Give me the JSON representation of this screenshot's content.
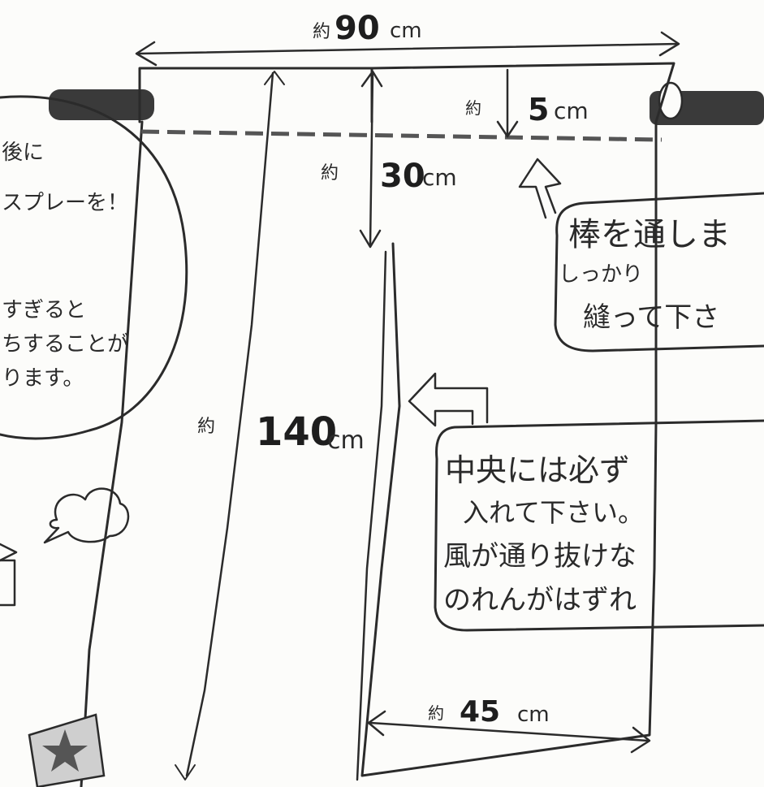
{
  "dimensions": {
    "width": {
      "prefix": "約",
      "value": "90",
      "unit": "cm"
    },
    "top_band": {
      "prefix": "約",
      "value": "5",
      "unit": "cm"
    },
    "slit_start": {
      "prefix": "約",
      "value": "30",
      "unit": "cm"
    },
    "length": {
      "prefix": "約",
      "value": "140",
      "unit": "cm"
    },
    "panel_width": {
      "prefix": "約",
      "value": "45",
      "unit": "cm"
    }
  },
  "notes": {
    "left_bubble": [
      "後に",
      "スプレーを！",
      "",
      "すぎると",
      "ちすることが",
      "ります。"
    ],
    "rod_note": [
      "棒を通しま",
      "しっかり",
      "縫って下さ"
    ],
    "center_note": [
      "中央には必ず",
      "入れて下さい。",
      "風が通り抜けな",
      "のれんがはずれ"
    ]
  },
  "colors": {
    "ink": "#2b2b2b",
    "paper": "#fcfcfa",
    "rod": "#3a3a3a",
    "dashed_line": "#555555"
  }
}
